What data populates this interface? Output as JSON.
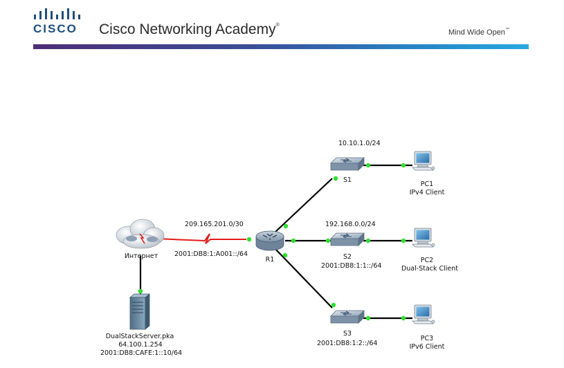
{
  "header": {
    "logo_text": "CISCO",
    "title": "Cisco Networking Academy",
    "title_mark": "®",
    "tagline": "Mind Wide Open",
    "tagline_mark": "™"
  },
  "colors": {
    "copper_link": "#000000",
    "serial_link": "#e21b1b",
    "link_up": "#2ee02e"
  },
  "topology": {
    "networks": {
      "wan": "209.165.201.0/30",
      "wan_ipv6": "2001:DB8:1:A001::/64",
      "lan1": "10.10.1.0/24",
      "lan2": "192.168.0.0/24",
      "lan2_ipv6": "2001:DB8:1:1::/64",
      "lan3_ipv6": "2001:DB8:1:2::/64"
    },
    "devices": {
      "internet": {
        "name": "Интернет",
        "icon": "cloud-icon"
      },
      "server": {
        "name": "DualStackServer.pka",
        "ipv4": "64.100.1.254",
        "ipv6": "2001:DB8:CAFE:1::10/64",
        "icon": "server-icon"
      },
      "r1": {
        "name": "R1",
        "icon": "router-icon"
      },
      "s1": {
        "name": "S1",
        "icon": "switch-icon"
      },
      "s2": {
        "name": "S2",
        "icon": "switch-icon"
      },
      "s3": {
        "name": "S3",
        "icon": "switch-icon"
      },
      "pc1": {
        "name": "PC1",
        "desc": "IPv4 Client",
        "icon": "pc-icon"
      },
      "pc2": {
        "name": "PC2",
        "desc": "Dual-Stack Client",
        "icon": "pc-icon"
      },
      "pc3": {
        "name": "PC3",
        "desc": "IPv6 Client",
        "icon": "pc-icon"
      }
    }
  }
}
